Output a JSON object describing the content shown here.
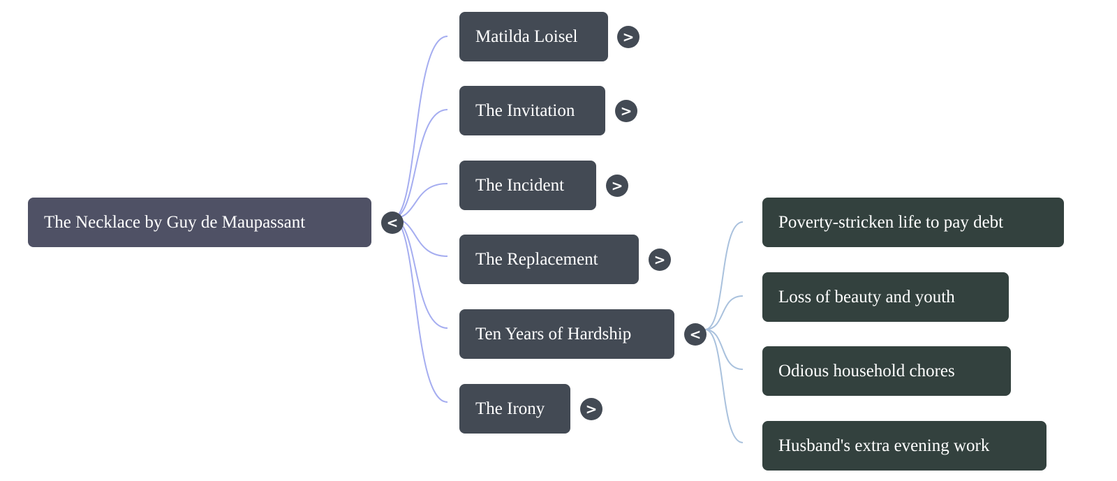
{
  "root": {
    "label": "The Necklace by Guy de Maupassant",
    "toggle": "<",
    "expanded": true
  },
  "children": [
    {
      "label": "Matilda Loisel",
      "toggle": ">",
      "expanded": false
    },
    {
      "label": "The Invitation",
      "toggle": ">",
      "expanded": false
    },
    {
      "label": "The Incident",
      "toggle": ">",
      "expanded": false
    },
    {
      "label": "The Replacement",
      "toggle": ">",
      "expanded": false
    },
    {
      "label": "Ten Years of Hardship",
      "toggle": "<",
      "expanded": true,
      "children": [
        {
          "label": "Poverty-stricken life to pay debt"
        },
        {
          "label": "Loss of beauty and youth"
        },
        {
          "label": "Odious household chores"
        },
        {
          "label": "Husband's extra evening work"
        }
      ]
    },
    {
      "label": "The Irony",
      "toggle": ">",
      "expanded": false
    }
  ],
  "colors": {
    "root_bg": "#4f5165",
    "mid_bg": "#434a54",
    "leaf_bg": "#33413e",
    "root_link": "#a5adf0",
    "sub_link": "#a9c1dd"
  }
}
